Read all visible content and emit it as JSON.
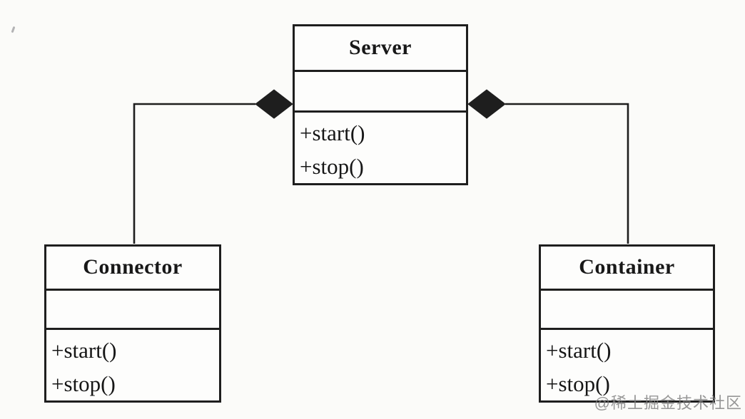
{
  "diagram": {
    "type": "uml-class-diagram",
    "classes": [
      {
        "id": "server",
        "name": "Server",
        "attributes": [],
        "methods": [
          "+start()",
          "+stop()"
        ]
      },
      {
        "id": "connector",
        "name": "Connector",
        "attributes": [],
        "methods": [
          "+start()",
          "+stop()"
        ]
      },
      {
        "id": "container",
        "name": "Container",
        "attributes": [],
        "methods": [
          "+start()",
          "+stop()"
        ]
      }
    ],
    "relations": [
      {
        "from": "Server",
        "to": "Connector",
        "type": "composition",
        "diamond_glyph": "◆",
        "diamond_at": "Server"
      },
      {
        "from": "Server",
        "to": "Container",
        "type": "composition",
        "diamond_glyph": "◆",
        "diamond_at": "Server"
      }
    ],
    "watermark": "@稀土掘金技术社区",
    "colors": {
      "line": "#1e1e1e",
      "diamond_fill": "#1e1e1e",
      "box_background": "#fdfdfc",
      "page_background": "#fbfbf9",
      "watermark_gray": "#7d7d7d"
    }
  }
}
